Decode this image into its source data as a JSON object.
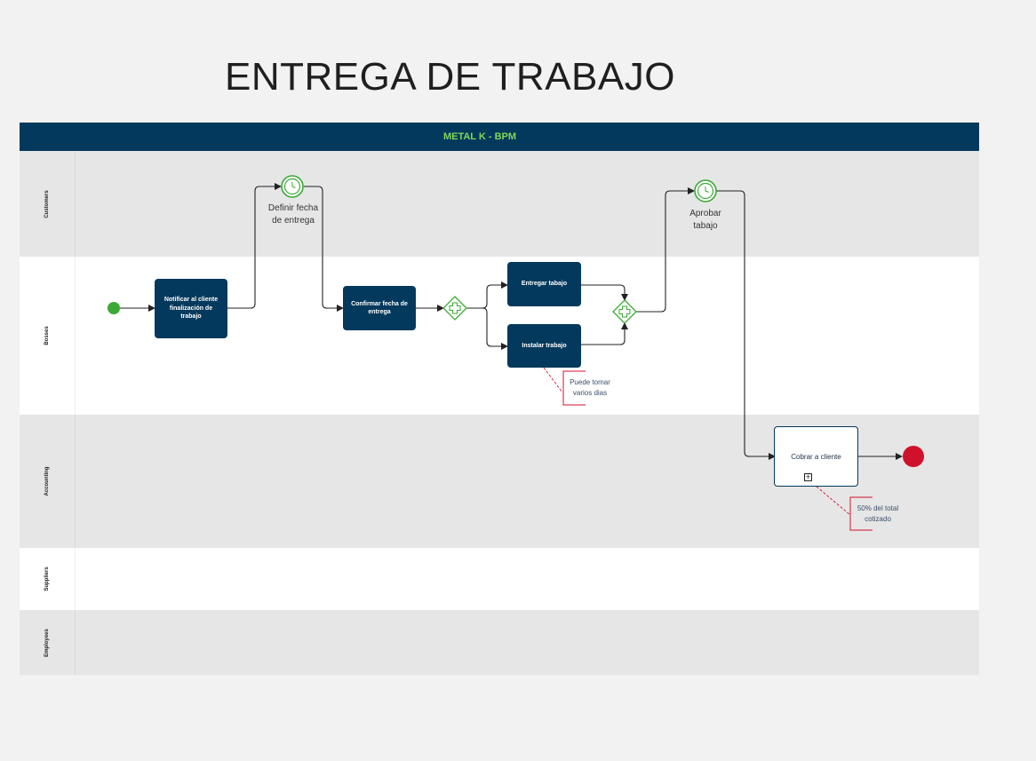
{
  "title": "ENTREGA DE TRABAJO",
  "pool": {
    "name": "METAL K - BPM",
    "header_color": "#03395c",
    "header_text_color": "#7ed957"
  },
  "lanes": [
    {
      "label": "Customers",
      "color": "#e6e6e6"
    },
    {
      "label": "Bosses",
      "color": "#ffffff"
    },
    {
      "label": "Accounting",
      "color": "#e6e6e6"
    },
    {
      "label": "Suppliers",
      "color": "#ffffff"
    },
    {
      "label": "Employees",
      "color": "#e6e6e6"
    }
  ],
  "tasks": {
    "notificar": "Notificar al cliente finalización de trabajo",
    "confirmar": "Confirmar fecha de entrega",
    "entregar": "Entregar tabajo",
    "instalar": "Instalar trabajo",
    "cobrar": "Cobrar a cliente"
  },
  "events": {
    "definir": "Definir fecha de entrega",
    "aprobar": "Aprobar tabajo"
  },
  "notes": {
    "instalar_note": "Puede tomar varios dias",
    "cobrar_note": "50% del total cotizado"
  },
  "colors": {
    "task": "#03395c",
    "start_event": "#3aaa35",
    "end_event": "#d0112b",
    "gateway": "#3aaa35",
    "annotation": "#d0112b"
  }
}
